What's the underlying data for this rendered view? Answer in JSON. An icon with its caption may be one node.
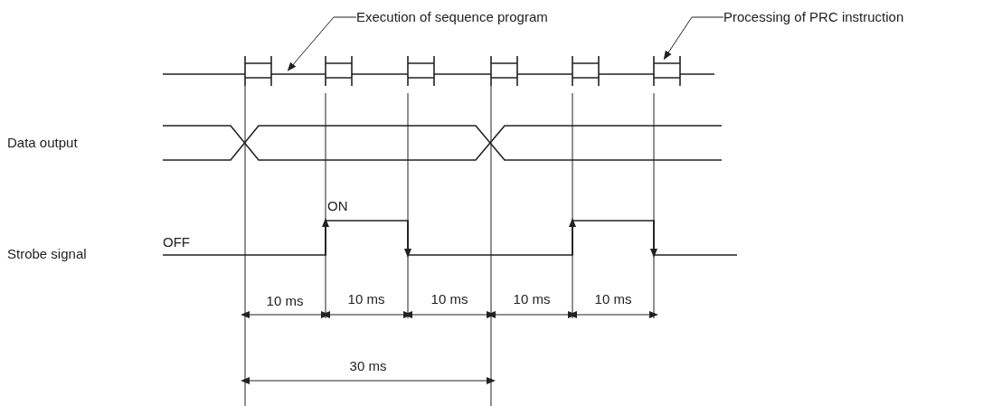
{
  "diagram": {
    "nodes": [
      {
        "text": [
          "Execution of sequence program"
        ]
      },
      {
        "text": [
          "Processing of PRC instruction"
        ]
      },
      {
        "text": [],
        "shape": "box"
      }
    ],
    "edges": [
      {
        "from": 0,
        "to": null,
        "arrow": "to"
      },
      {
        "from": 1,
        "to": 2,
        "arrow": "to"
      }
    ],
    "labels": [
      "Data output",
      "Strobe signal",
      "OFF",
      "ON",
      "10 ms",
      "10 ms",
      "10 ms",
      "10 ms",
      "10 ms",
      "30 ms"
    ]
  }
}
